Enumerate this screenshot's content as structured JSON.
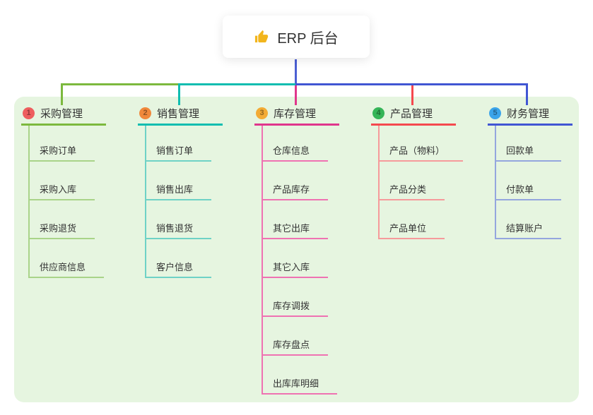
{
  "root": {
    "title": "ERP 后台",
    "icon": "thumbs-up-icon"
  },
  "branches": [
    {
      "badge": "1",
      "title": "采购管理",
      "badge_color": "#ee5e5e",
      "line_color": "#7cb93e",
      "item_line_color": "#a9d489",
      "items": [
        "采购订单",
        "采购入库",
        "采购退货",
        "供应商信息"
      ]
    },
    {
      "badge": "2",
      "title": "销售管理",
      "badge_color": "#f0883b",
      "line_color": "#10bdb0",
      "item_line_color": "#6fd2c6",
      "items": [
        "销售订单",
        "销售出库",
        "销售退货",
        "客户信息"
      ]
    },
    {
      "badge": "3",
      "title": "库存管理",
      "badge_color": "#f3ab35",
      "line_color": "#e0368c",
      "item_line_color": "#ef72b2",
      "items": [
        "仓库信息",
        "产品库存",
        "其它出库",
        "其它入库",
        "库存调拨",
        "库存盘点",
        "出库库明细"
      ]
    },
    {
      "badge": "4",
      "title": "产品管理",
      "badge_color": "#35b558",
      "line_color": "#f5494e",
      "item_line_color": "#f69a9b",
      "items": [
        "产品（物料）",
        "产品分类",
        "产品单位"
      ]
    },
    {
      "badge": "5",
      "title": "财务管理",
      "badge_color": "#3ba4ea",
      "line_color": "#4156d3",
      "item_line_color": "#94a6de",
      "items": [
        "回款单",
        "付款单",
        "结算账户"
      ]
    }
  ],
  "colors": {
    "panel_bg": "#e6f5e0",
    "root_connector": "#4b5fd3",
    "thumb_icon": "#f2b51d",
    "text": "#333333"
  }
}
